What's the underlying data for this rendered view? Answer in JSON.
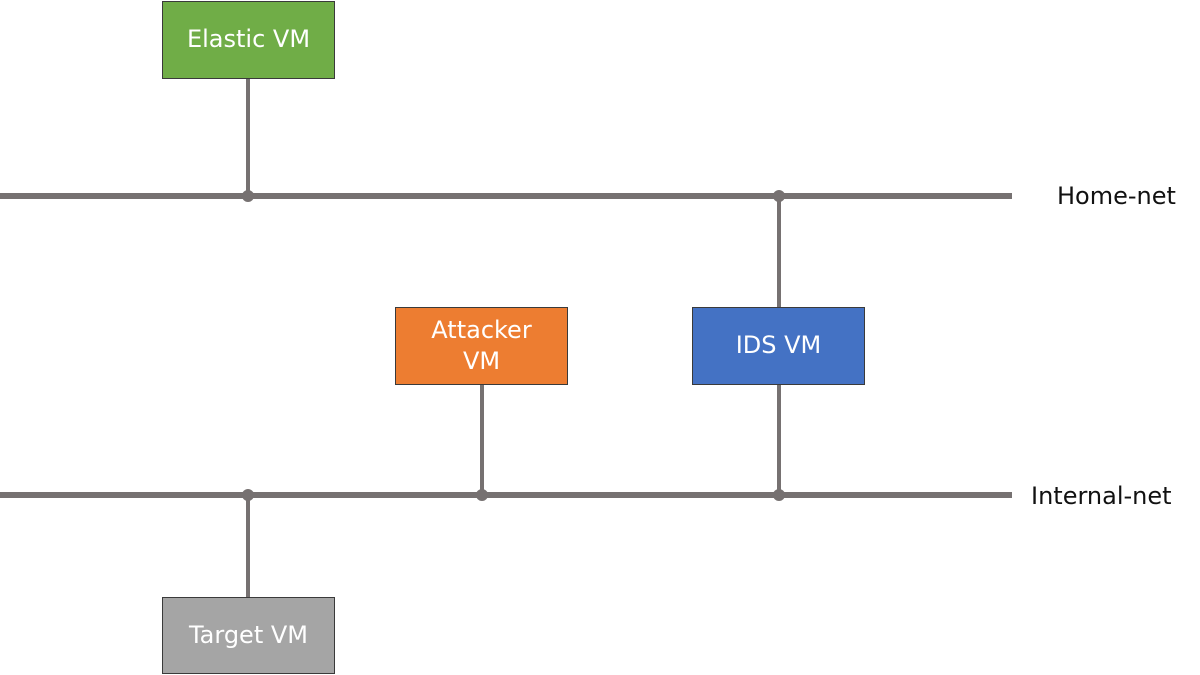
{
  "networks": {
    "home": {
      "label": "Home-net"
    },
    "internal": {
      "label": "Internal-net"
    }
  },
  "nodes": {
    "elastic": {
      "label": "Elastic VM",
      "color": "#70ad47"
    },
    "attacker": {
      "label_line1": "Attacker",
      "label_line2": "VM",
      "color": "#ed7d31"
    },
    "ids": {
      "label": "IDS VM",
      "color": "#4472c4"
    },
    "target": {
      "label": "Target VM",
      "color": "#a5a5a5"
    }
  },
  "colors": {
    "line": "#767171",
    "border": "#3a3a3a"
  }
}
